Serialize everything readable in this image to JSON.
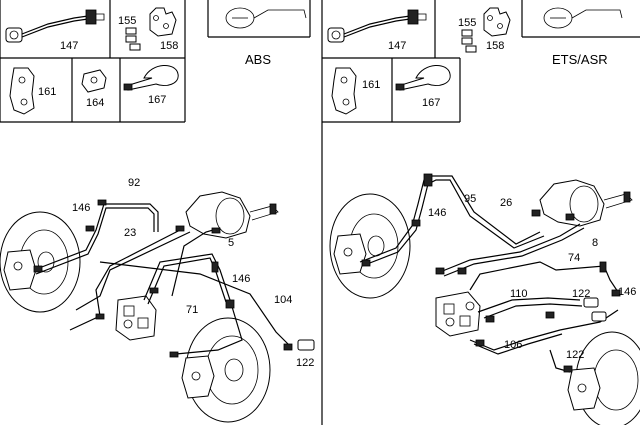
{
  "left": {
    "title": "ABS",
    "boxes": {
      "b147": "147",
      "b155": "155",
      "b158": "158",
      "b161": "161",
      "b164": "164",
      "b167": "167"
    },
    "callouts": {
      "c92": "92",
      "c146a": "146",
      "c23": "23",
      "c5": "5",
      "c146b": "146",
      "c104": "104",
      "c71": "71",
      "c122": "122"
    }
  },
  "right": {
    "title": "ETS/ASR",
    "boxes": {
      "b147": "147",
      "b155": "155",
      "b158": "158",
      "b161": "161",
      "b167": "167"
    },
    "callouts": {
      "c95": "95",
      "c146a": "146",
      "c26": "26",
      "c8": "8",
      "c74": "74",
      "c110": "110",
      "c122a": "122",
      "c146b": "146",
      "c106": "106",
      "c122b": "122"
    }
  },
  "icons": [
    "brake-hose-icon",
    "clip-icon",
    "grommet-icon",
    "bracket-icon",
    "cable-tie-icon",
    "steering-wheel-icon",
    "brake-disc-icon",
    "brake-caliper-icon",
    "brake-booster-icon",
    "abs-hydraulic-unit-icon"
  ]
}
